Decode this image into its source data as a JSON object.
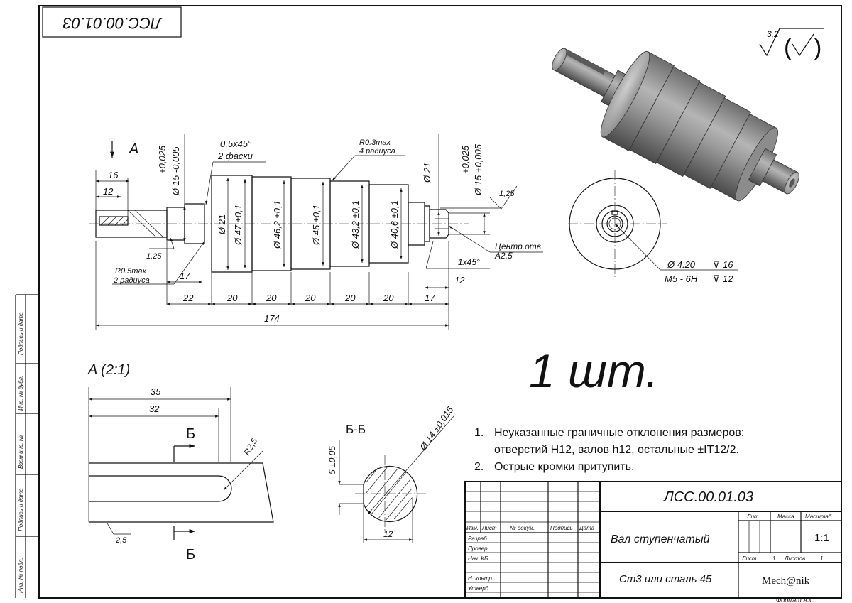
{
  "stamp_top": "ЛСС.00.01.03",
  "surface_roughness": "3,2",
  "main_view": {
    "view_label": "A",
    "tol_left_top": "+0,025",
    "tol_left_bottom": "Ø 15 -0,005",
    "tol_right_top": "+0,025",
    "tol_right_bottom": "Ø 15 +0,005",
    "chamfer": "0,5x45°",
    "chamfer_note": "2 фаски",
    "radius_note": "R0.3max",
    "radius_count": "4 радиуса",
    "dia_21_right": "Ø 21",
    "roughness_1_25_right": "1,25",
    "roughness_1_25_left": "1,25",
    "dia_21_left": "Ø 21",
    "dia_47": "Ø 47 ±0,1",
    "dia_46_2": "Ø 46,2 ±0,1",
    "dia_45": "Ø 45 ±0,1",
    "dia_43_2": "Ø 43,2 ±0,1",
    "dia_40_6": "Ø 40,6 ±0,1",
    "key_len_16": "16",
    "key_len_12": "12",
    "r05": "R0.5max",
    "r05_count": "2 радиуса",
    "len_17_left": "17",
    "len_22": "22",
    "len_20_a": "20",
    "len_20_b": "20",
    "len_20_c": "20",
    "len_20_d": "20",
    "len_20_e": "20",
    "len_17_right": "17",
    "len_12_right": "12",
    "chamfer_right": "1x45°",
    "center_hole": "Центр.отв.",
    "center_hole_size": "A2,5",
    "total_length": "174"
  },
  "end_view": {
    "hole": "Ø 4.20",
    "hole_depth": "16",
    "thread": "M5 - 6H",
    "thread_depth": "12"
  },
  "quantity": "1 шт.",
  "detail_a": {
    "title": "A (2:1)",
    "len_35": "35",
    "len_32": "32",
    "radius": "R2,5",
    "roughness": "2,5",
    "cut_label_top": "Б",
    "cut_label_bottom": "Б"
  },
  "section": {
    "title": "Б-Б",
    "dia": "Ø 14 ±0,015",
    "depth": "5 ±0,05",
    "width": "12"
  },
  "notes": [
    {
      "num": "1.",
      "line1": "Неуказанные граничные отклонения размеров:",
      "line2": "отверстий H12, валов h12, остальные ±IT12/2."
    },
    {
      "num": "2.",
      "line1": "Острые кромки притупить.",
      "line2": ""
    }
  ],
  "side_labels": [
    "Подпись и дата",
    "Инв. № дубл.",
    "Взам.инв. №",
    "Подпись и дата",
    "Инв. № подл."
  ],
  "title_block": {
    "designation": "ЛСС.00.01.03",
    "name": "Вал ступенчатый",
    "material": "Ст3 или сталь 45",
    "company": "Mech@nik",
    "format": "Формат А3",
    "col_izm": "Изм.",
    "col_list": "Лист",
    "col_doc": "№ докум.",
    "col_sign": "Подпись",
    "col_date": "Дата",
    "row_razrab": "Разраб.",
    "row_prover": "Провер.",
    "row_nach": "Нач. КБ",
    "row_nkontr": "Н. контр.",
    "row_utverd": "Утверд.",
    "lit": "Лит.",
    "massa": "Масса",
    "masshtab": "Масштаб",
    "scale": "1:1",
    "sheet_label": "Лист",
    "sheet_num": "1",
    "sheets_label": "Листов",
    "sheets_num": "1"
  }
}
